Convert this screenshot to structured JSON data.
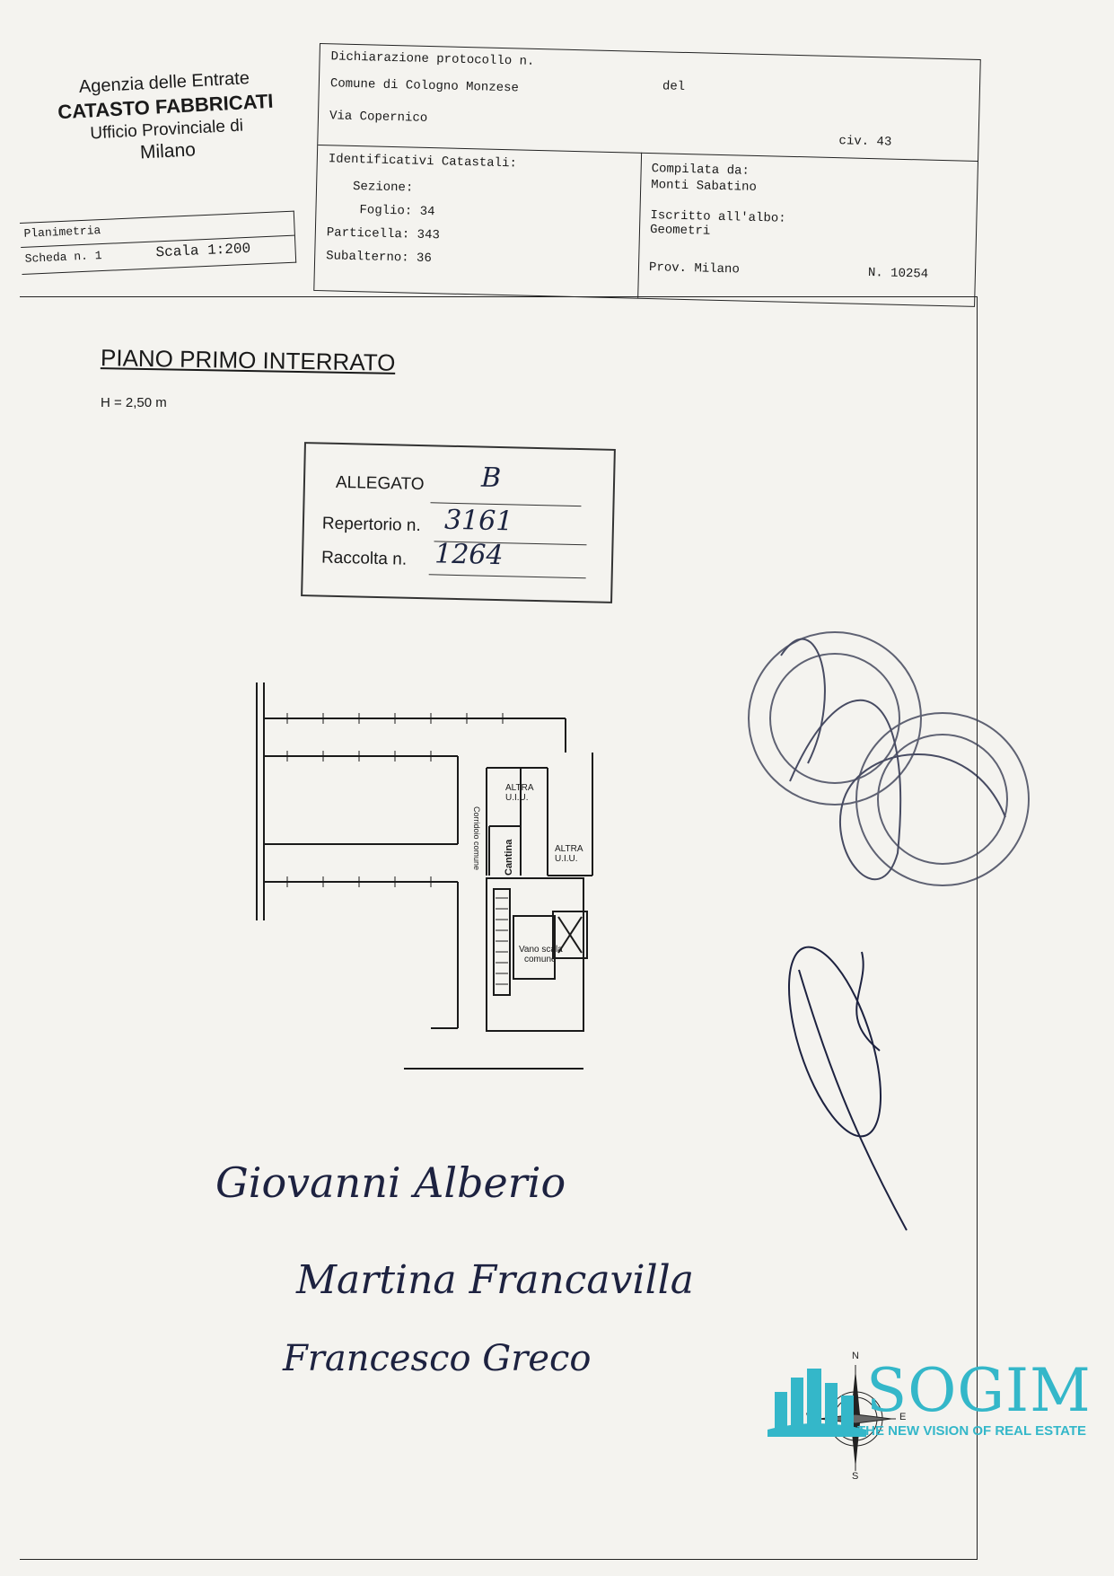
{
  "agency": {
    "line1": "Agenzia delle Entrate",
    "line2": "CATASTO FABBRICATI",
    "line3": "Ufficio Provinciale di",
    "line4": "Milano"
  },
  "planimetria": {
    "label": "Planimetria",
    "scheda": "Scheda n. 1",
    "scala": "Scala 1:200"
  },
  "declaration": {
    "protocollo": "Dichiarazione protocollo n.",
    "del": "del",
    "comune": "Comune di Cologno Monzese",
    "via": "Via Copernico",
    "civ": "civ. 43",
    "ident_title": "Identificativi Catastali:",
    "sezione": "Sezione:",
    "foglio": "Foglio: 34",
    "particella": "Particella: 343",
    "subalterno": "Subalterno: 36",
    "compilata_label": "Compilata da:",
    "compilata_name": "Monti Sabatino",
    "iscritto_label": "Iscritto all'albo:",
    "iscritto_value": "Geometri",
    "prov": "Prov. Milano",
    "numero": "N. 10254"
  },
  "floor": {
    "title": "PIANO PRIMO INTERRATO",
    "height": "H = 2,50 m"
  },
  "allegato": {
    "label": "ALLEGATO",
    "letter": "B",
    "repertorio_label": "Repertorio n.",
    "repertorio_value": "3161",
    "raccolta_label": "Raccolta n.",
    "raccolta_value": "1264"
  },
  "plan_labels": {
    "altra_uiu_1a": "ALTRA",
    "altra_uiu_1b": "U.I.U.",
    "altra_uiu_2a": "ALTRA",
    "altra_uiu_2b": "U.I.U.",
    "corridoio": "Corridoio comune",
    "cantina": "Cantina",
    "vano_scala_a": "Vano scala",
    "vano_scala_b": "comune"
  },
  "signatures": {
    "sig1": "Giovanni Alberio",
    "sig2": "Martina Francavilla",
    "sig3": "Francesco Greco"
  },
  "logo": {
    "name": "SOGIM",
    "tagline": "THE NEW VISION OF REAL ESTATE"
  },
  "compass": {
    "n": "N",
    "s": "S",
    "e": "E",
    "w": "W"
  },
  "colors": {
    "ink": "#1a1a1a",
    "pen": "#1d2240",
    "logo": "#34b7c9"
  }
}
